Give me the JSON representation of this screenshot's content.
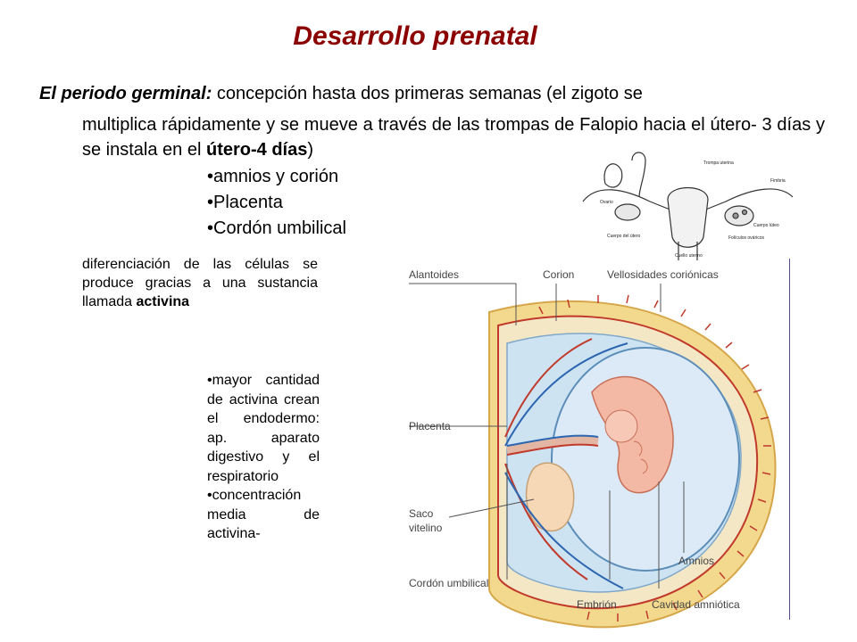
{
  "title": "Desarrollo prenatal",
  "intro": {
    "lead": "El periodo germinal:",
    "part1": " concepción hasta dos primeras semanas (el zigoto se",
    "part2": "multiplica rápidamente y se mueve a través de las trompas de Falopio hacia el útero- 3 días y se instala en el ",
    "bold": "útero-4 días",
    "close": ")"
  },
  "bullets": [
    "•amnios y corión",
    "•Placenta",
    "•Cordón umbilical"
  ],
  "diff": {
    "text": "diferenciación de las células se produce gracias a una sustancia llamada ",
    "bold": "activina"
  },
  "right_col": [
    "•mayor cantidad de activina crean el endodermo: ap. aparato digestivo y el respiratorio",
    "•concentración media de activina-"
  ],
  "uterus_labels": {
    "trompa": "Trompa uterina",
    "ovario": "Ovario",
    "fimbria": "Fimbria",
    "cuerpo_utero": "Cuerpo del útero",
    "cuerpo_luteo": "Cuerpo lúteo",
    "foliculos": "Folículos ováricos",
    "cuello": "Cuello uterino"
  },
  "embryo_labels": {
    "alantoides": "Alantoides",
    "corion": "Corion",
    "vellosidades": "Vellosidades coriónicas",
    "placenta": "Placenta",
    "saco1": "Saco",
    "saco2": "vitelino",
    "cordon": "Cordón umbilical",
    "embrion": "Embrión",
    "amnios": "Amnios",
    "cavidad": "Cavidad amniótica"
  }
}
